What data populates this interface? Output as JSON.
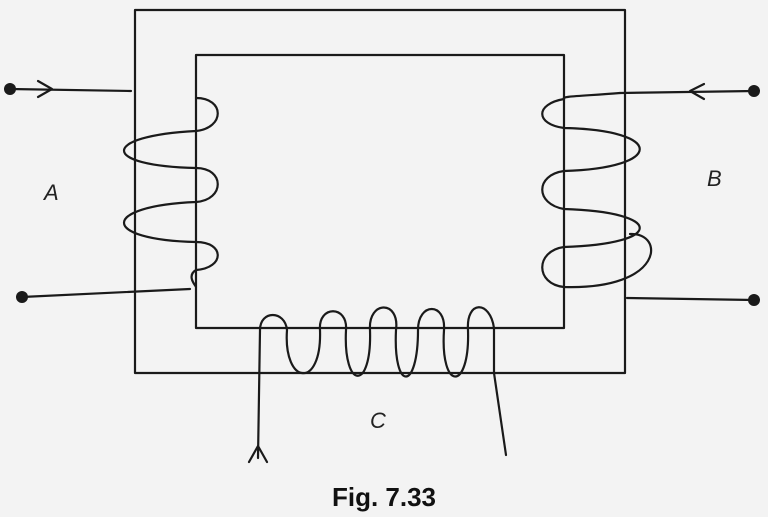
{
  "diagram": {
    "coil_labels": {
      "a": "A",
      "b": "B",
      "c": "C"
    },
    "caption": "Fig. 7.33",
    "colors": {
      "ink": "#1a1a1a",
      "background": "#f3f3f3"
    }
  }
}
